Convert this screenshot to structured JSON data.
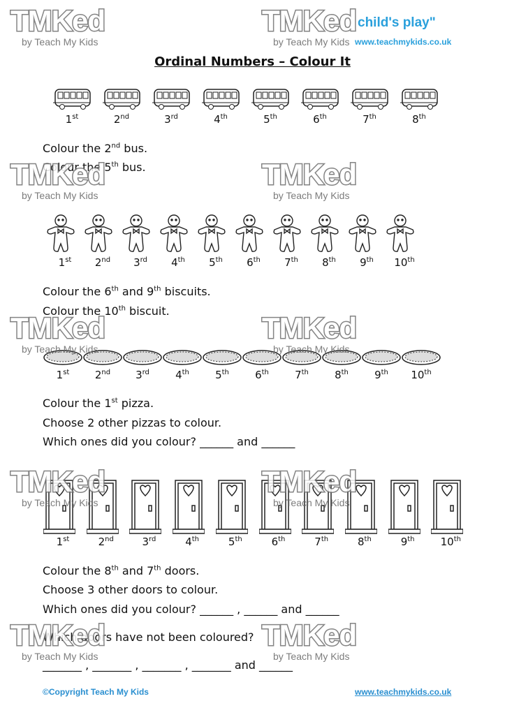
{
  "header": {
    "tagline": "child's play\"",
    "url": "www.teachmykids.co.uk"
  },
  "watermark": {
    "logo": "TMKed",
    "sub": "by Teach My Kids"
  },
  "title": "Ordinal Numbers – Colour It",
  "ordinals": [
    [
      "1",
      "st"
    ],
    [
      "2",
      "nd"
    ],
    [
      "3",
      "rd"
    ],
    [
      "4",
      "th"
    ],
    [
      "5",
      "th"
    ],
    [
      "6",
      "th"
    ],
    [
      "7",
      "th"
    ],
    [
      "8",
      "th"
    ],
    [
      "9",
      "th"
    ],
    [
      "10",
      "th"
    ]
  ],
  "sections": [
    {
      "kind": "bus",
      "count": 8,
      "lines": [
        [
          "Colour the ",
          [
            "2",
            "nd"
          ],
          " bus."
        ],
        [
          "Colour the ",
          [
            "5",
            "th"
          ],
          " bus."
        ]
      ]
    },
    {
      "kind": "biscuit",
      "count": 10,
      "lines": [
        [
          "Colour the ",
          [
            "6",
            "th"
          ],
          " and ",
          [
            "9",
            "th"
          ],
          " biscuits."
        ],
        [
          "Colour the ",
          [
            "10",
            "th"
          ],
          " biscuit."
        ]
      ]
    },
    {
      "kind": "pizza",
      "count": 10,
      "lines": [
        [
          "Colour the ",
          [
            "1",
            "st"
          ],
          " pizza."
        ],
        [
          "Choose 2 other pizzas to colour."
        ],
        [
          "Which ones did you colour?   ______   and  ______"
        ]
      ]
    },
    {
      "kind": "door",
      "count": 10,
      "lines": [
        [
          "Colour the ",
          [
            "8",
            "th"
          ],
          " and ",
          [
            "7",
            "th"
          ],
          " doors."
        ],
        [
          "Choose 3 other doors to colour."
        ],
        [
          "Which ones did you colour?  ______ ,  ______  and  ______"
        ],
        [
          "Which doors have not been coloured?"
        ],
        [
          "_______ ,  _______ , _______ , _______   and   ______"
        ]
      ]
    }
  ],
  "footer": {
    "copyright": "©Copyright Teach My Kids",
    "url": "www.teachmykids.co.uk"
  }
}
